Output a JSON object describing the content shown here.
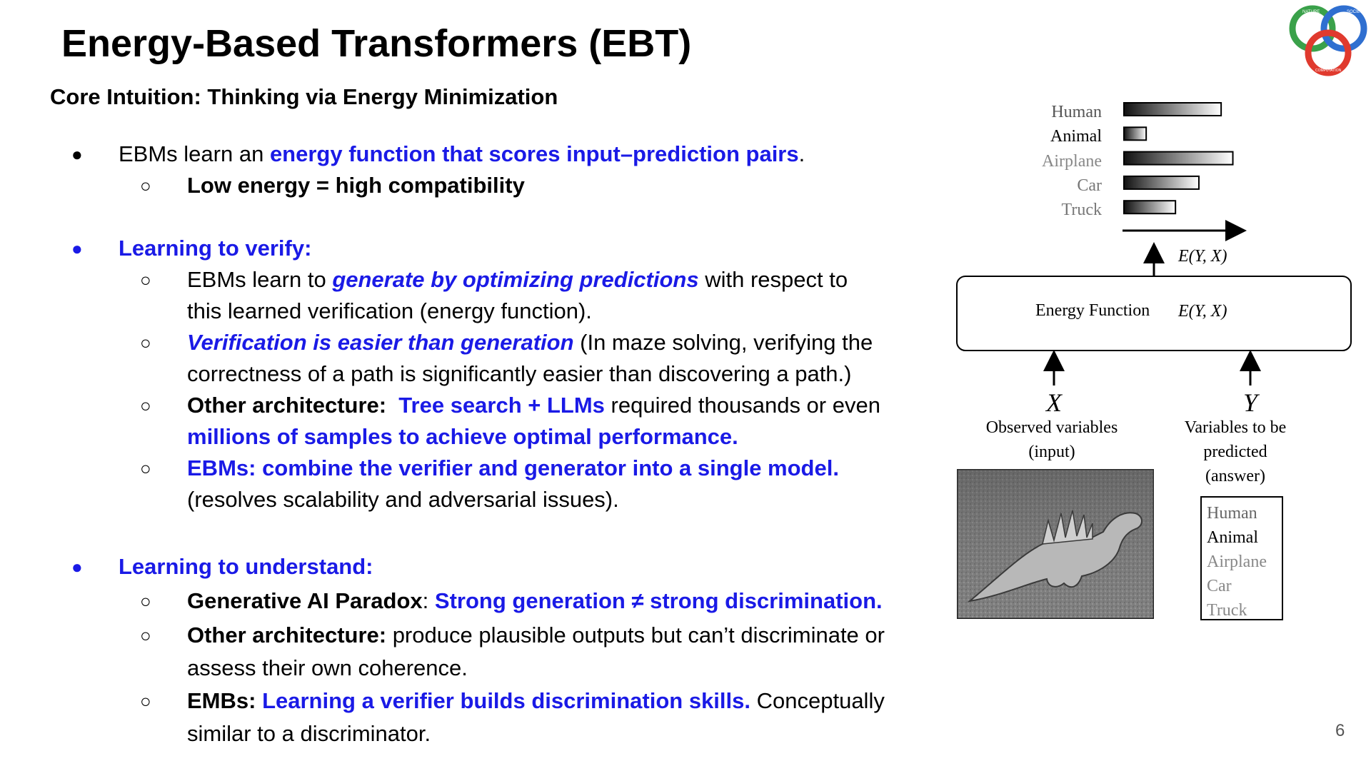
{
  "slide": {
    "title": "Energy-Based Transformers (EBT)",
    "subtitle": "Core Intuition: Thinking via Energy Minimization",
    "page_number": "6"
  },
  "bullets": {
    "b1": {
      "l1_a": "EBMs learn an ",
      "l1_b": "energy function that scores input–prediction pairs",
      "l1_c": ".",
      "s1": "Low energy = high compatibility"
    },
    "b2": {
      "head": "Learning to verify:",
      "s1_a": "EBMs learn to ",
      "s1_b": "generate by optimizing predictions",
      "s1_c": " with respect to",
      "s1_l2": "this learned verification (energy function).",
      "s2_a": "Verification is easier than generation",
      "s2_b": " (In maze solving, verifying the",
      "s2_l2": "correctness of a path is significantly easier than discovering a path.)",
      "s3_a": "Other architecture:",
      "s3_b": "  Tree search + LLMs",
      "s3_c": " required thousands or even",
      "s3_l2": "millions of samples to achieve optimal performance.",
      "s4_a": "EBMs: combine the verifier and generator into a single model.",
      "s4_l2": "(resolves scalability and adversarial issues)."
    },
    "b3": {
      "head": "Learning to understand:",
      "s1_a": "Generative AI Paradox",
      "s1_b": ": ",
      "s1_c": "Strong generation ≠ strong discrimination.",
      "s2_a": "Other architecture:",
      "s2_b": " produce plausible outputs but can’t discriminate or",
      "s2_l2": "assess their own coherence.",
      "s3_a": "EMBs:",
      "s3_b": " Learning a verifier builds discrimination skills.",
      "s3_c": " Conceptually",
      "s3_l2": "similar to a discriminator."
    }
  },
  "figure": {
    "energy_labels": [
      "Human",
      "Animal",
      "Airplane",
      "Car",
      "Truck"
    ],
    "energy_bar_levels": [
      0.83,
      0.19,
      0.93,
      0.64,
      0.44
    ],
    "axis_label": "E(Y, X)",
    "box_label": "Energy Function",
    "box_formula": "E(Y, X)",
    "x_symbol": "X",
    "x_caption_1": "Observed variables",
    "x_caption_2": "(input)",
    "y_symbol": "Y",
    "y_caption_1": "Variables to be",
    "y_caption_2": "predicted",
    "y_caption_3": "(answer)",
    "answer_options": [
      "Human",
      "Animal",
      "Airplane",
      "Car",
      "Truck"
    ]
  },
  "logo": {
    "ring_text_1": "NATURE",
    "ring_text_2": "SOCIETY",
    "ring_text_3": "COMPUTATION",
    "colors": {
      "green": "#3aa14a",
      "blue": "#2f6fd0",
      "red": "#e03a2e"
    }
  },
  "colors": {
    "accent_blue": "#1a1ae6"
  }
}
